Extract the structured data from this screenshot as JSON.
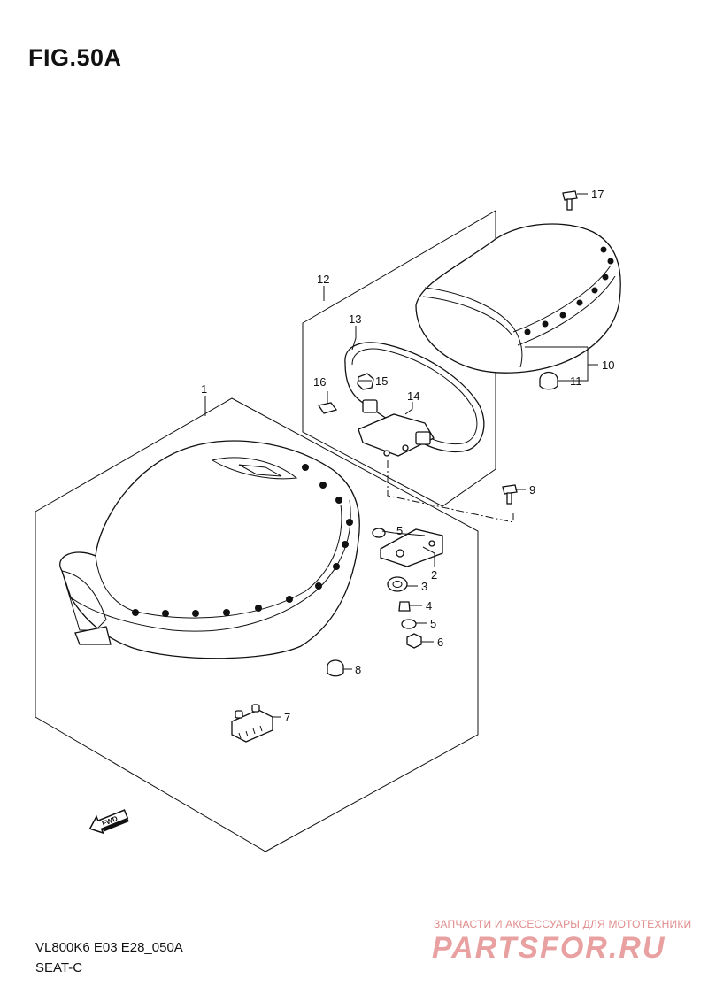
{
  "figure": {
    "title": "FIG.50A",
    "model_code": "VL800K6 E03 E28_050A",
    "section_name": "SEAT-C"
  },
  "callouts": [
    {
      "id": "c1",
      "label": "1"
    },
    {
      "id": "c2",
      "label": "2"
    },
    {
      "id": "c3",
      "label": "3"
    },
    {
      "id": "c4",
      "label": "4"
    },
    {
      "id": "c5a",
      "label": "5"
    },
    {
      "id": "c5b",
      "label": "5"
    },
    {
      "id": "c6",
      "label": "6"
    },
    {
      "id": "c7",
      "label": "7"
    },
    {
      "id": "c8",
      "label": "8"
    },
    {
      "id": "c9",
      "label": "9"
    },
    {
      "id": "c10",
      "label": "10"
    },
    {
      "id": "c11",
      "label": "11"
    },
    {
      "id": "c12",
      "label": "12"
    },
    {
      "id": "c13",
      "label": "13"
    },
    {
      "id": "c14",
      "label": "14"
    },
    {
      "id": "c15",
      "label": "15"
    },
    {
      "id": "c16",
      "label": "16"
    },
    {
      "id": "c17",
      "label": "17"
    }
  ],
  "fwd_arrow_text": "FWD",
  "watermark": {
    "tagline": "ЗАПЧАСТИ И АКСЕССУАРЫ ДЛЯ МОТОТЕХНИКИ",
    "logo": "PARTSFOR.RU"
  }
}
